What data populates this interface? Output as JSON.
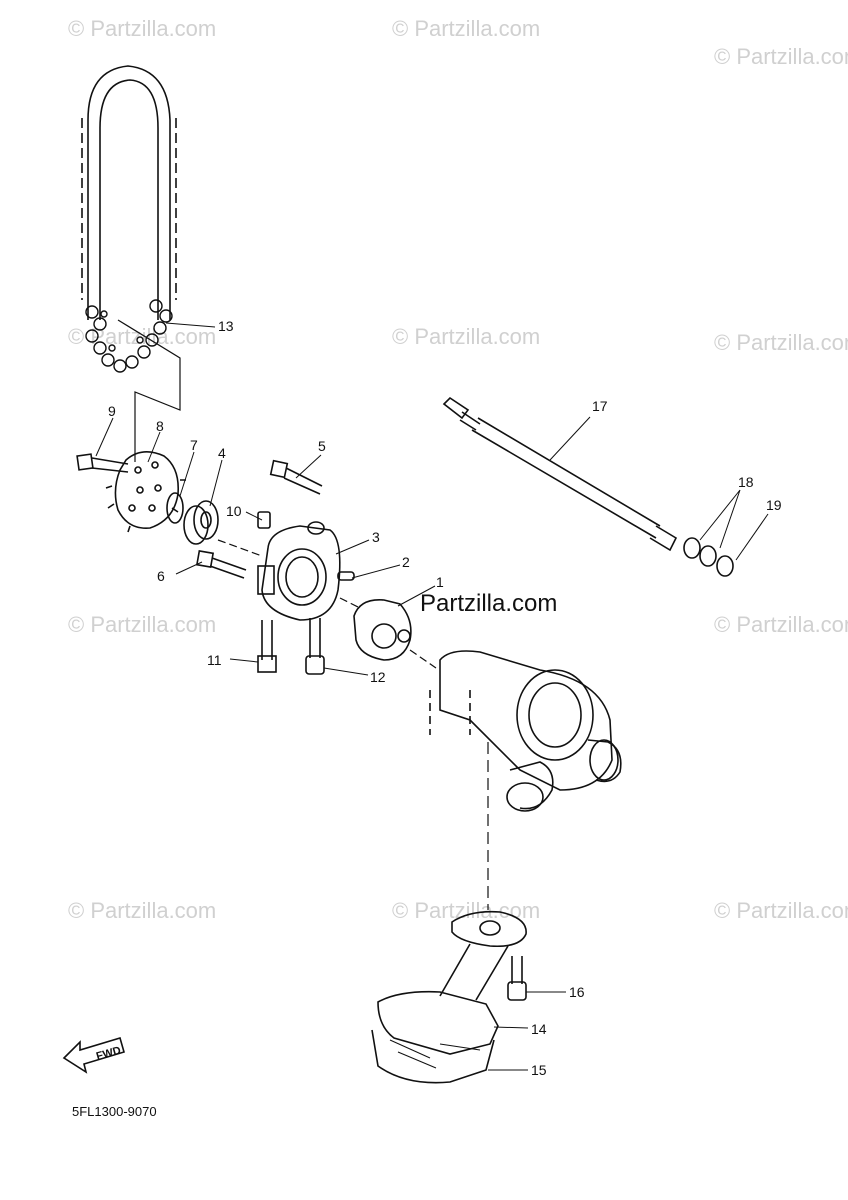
{
  "watermark_text": "© Partzilla.com",
  "center_watermark": "Partzilla.com",
  "diagram_code": "5FL1300-9070",
  "fwd_label": "FWD",
  "callouts": [
    "1",
    "2",
    "3",
    "4",
    "5",
    "6",
    "7",
    "8",
    "9",
    "10",
    "11",
    "12",
    "13",
    "14",
    "15",
    "16",
    "17",
    "18",
    "19"
  ]
}
